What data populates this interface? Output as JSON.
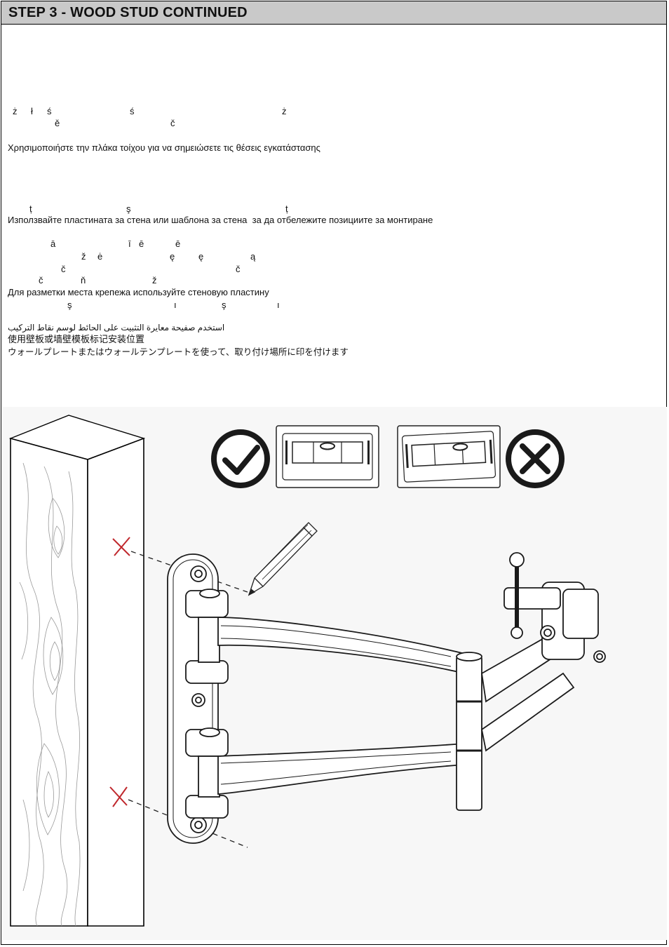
{
  "header": {
    "title": "STEP 3 - WOOD STUD CONTINUED"
  },
  "fragments": {
    "pl": [
      "ż",
      "ł",
      "ś",
      "ś",
      "ż"
    ],
    "cz": [
      "ě",
      "č"
    ],
    "ro": [
      "ț",
      "ş",
      "ț"
    ],
    "lv": [
      "ā",
      "ī",
      "ē",
      "ē"
    ],
    "lt": [
      "ž",
      "ė",
      "ę",
      "ę",
      "ą"
    ],
    "sk": [
      "č",
      "č"
    ],
    "sk2": [
      "č",
      "ň",
      "ž"
    ],
    "tr": [
      "ş",
      "ı",
      "ş",
      "ı"
    ]
  },
  "lines": {
    "greek": "Χρησιμοποιήστε την πλάκα τοίχου για να σημειώσετε τις θέσεις εγκατάστασης",
    "bulgarian": "Използвайте пластината за стена или шаблона за стена  за да отбележите позициите за монтиране",
    "russian": "Для разметки места крепежа используйте стеновую пластину",
    "arabic": "استخدم صفيحة معايرة التثبيت على الحائط لوسم نقاط التركيب",
    "chinese": "使用壁板或墙壁模板标记安装位置",
    "japanese": "ウォールプレートまたはウォールテンプレートを使って、取り付け場所に印を付けます"
  },
  "illustration": {
    "correct_icon": "check-circle-icon",
    "wrong_icon": "x-circle-icon",
    "level_icon": "bubble-level-icon",
    "pencil_icon": "pencil-icon",
    "mark_color": "#c0282d"
  }
}
